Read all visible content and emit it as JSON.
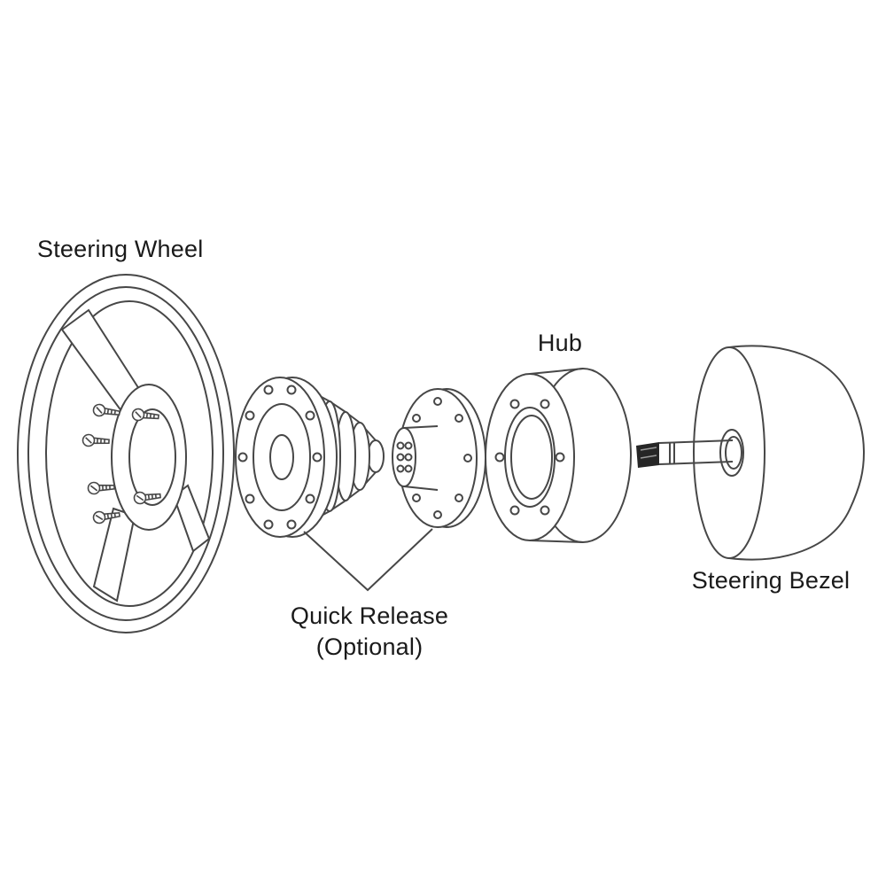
{
  "diagram": {
    "type": "exploded-view",
    "labels": {
      "steering_wheel": "Steering Wheel",
      "hub": "Hub",
      "quick_release": "Quick Release",
      "quick_release_note": "(Optional)",
      "steering_bezel": "Steering Bezel"
    },
    "colors": {
      "line": "#474747",
      "text": "#1a1a1a",
      "background": "#ffffff",
      "shaft_tip": "#262626"
    }
  }
}
